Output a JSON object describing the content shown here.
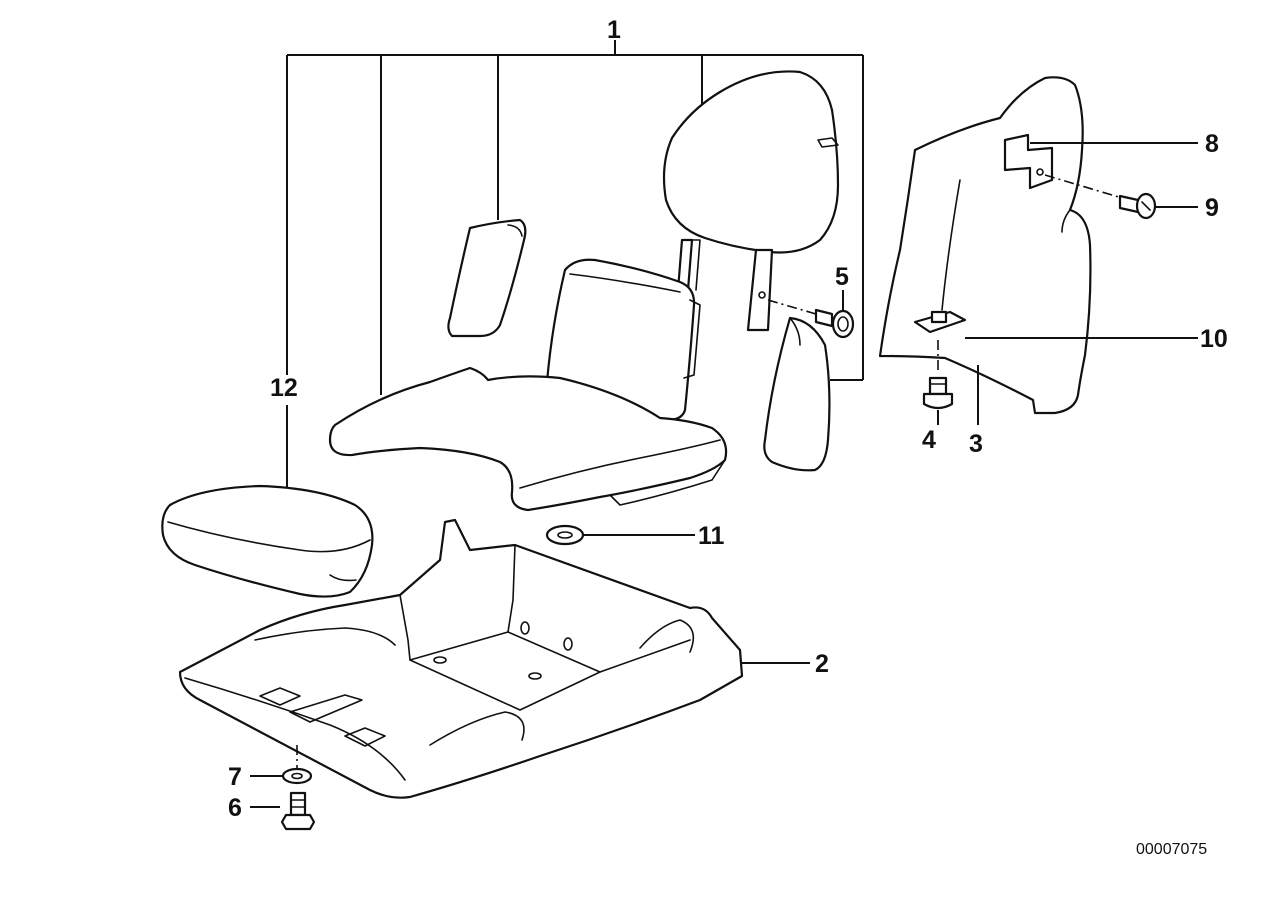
{
  "callouts": {
    "c1": "1",
    "c2": "2",
    "c3": "3",
    "c4": "4",
    "c5": "5",
    "c6": "6",
    "c7": "7",
    "c8": "8",
    "c9": "9",
    "c10": "10",
    "c11": "11",
    "c12": "12"
  },
  "reference_number": "00007075"
}
